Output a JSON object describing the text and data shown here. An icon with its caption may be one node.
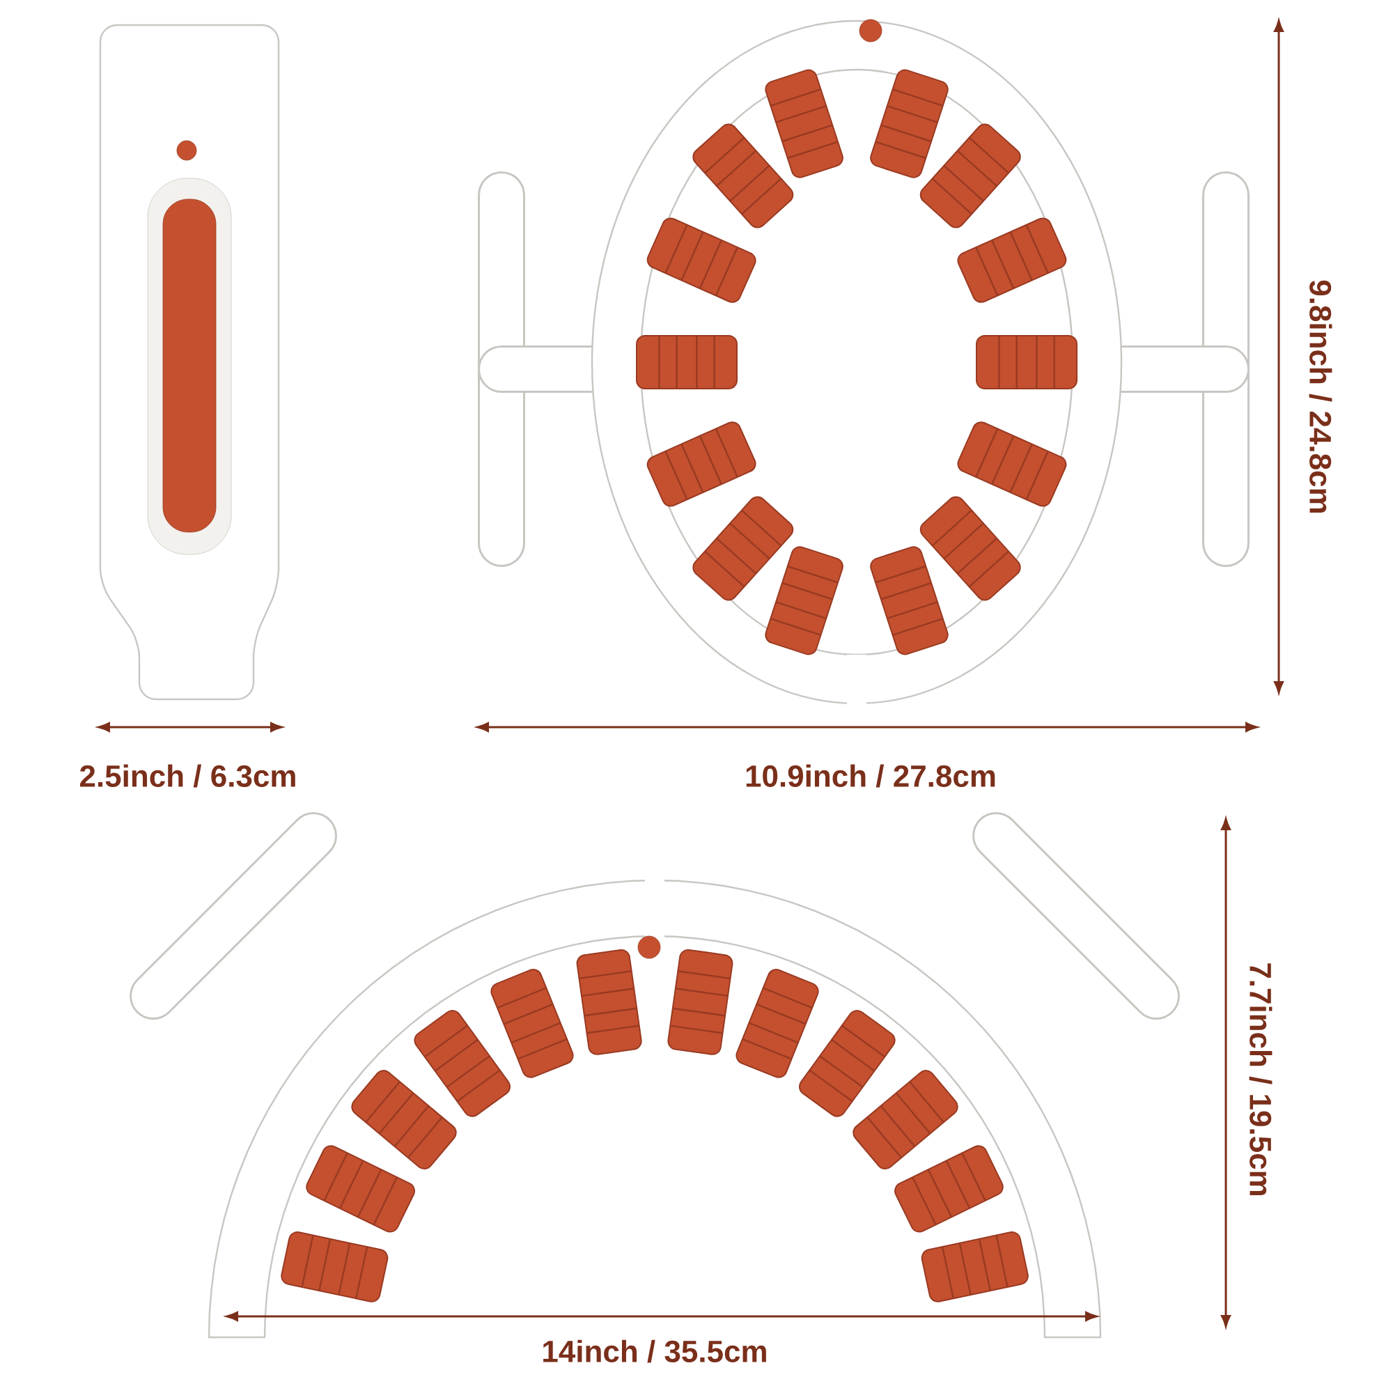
{
  "diagram": {
    "labels": [
      "9.8inch / 24.8cm",
      "2.5inch / 6.3cm",
      "10.9inch / 27.8cm",
      "7.7inch / 19.5cm",
      "14inch / 35.5cm"
    ]
  }
}
